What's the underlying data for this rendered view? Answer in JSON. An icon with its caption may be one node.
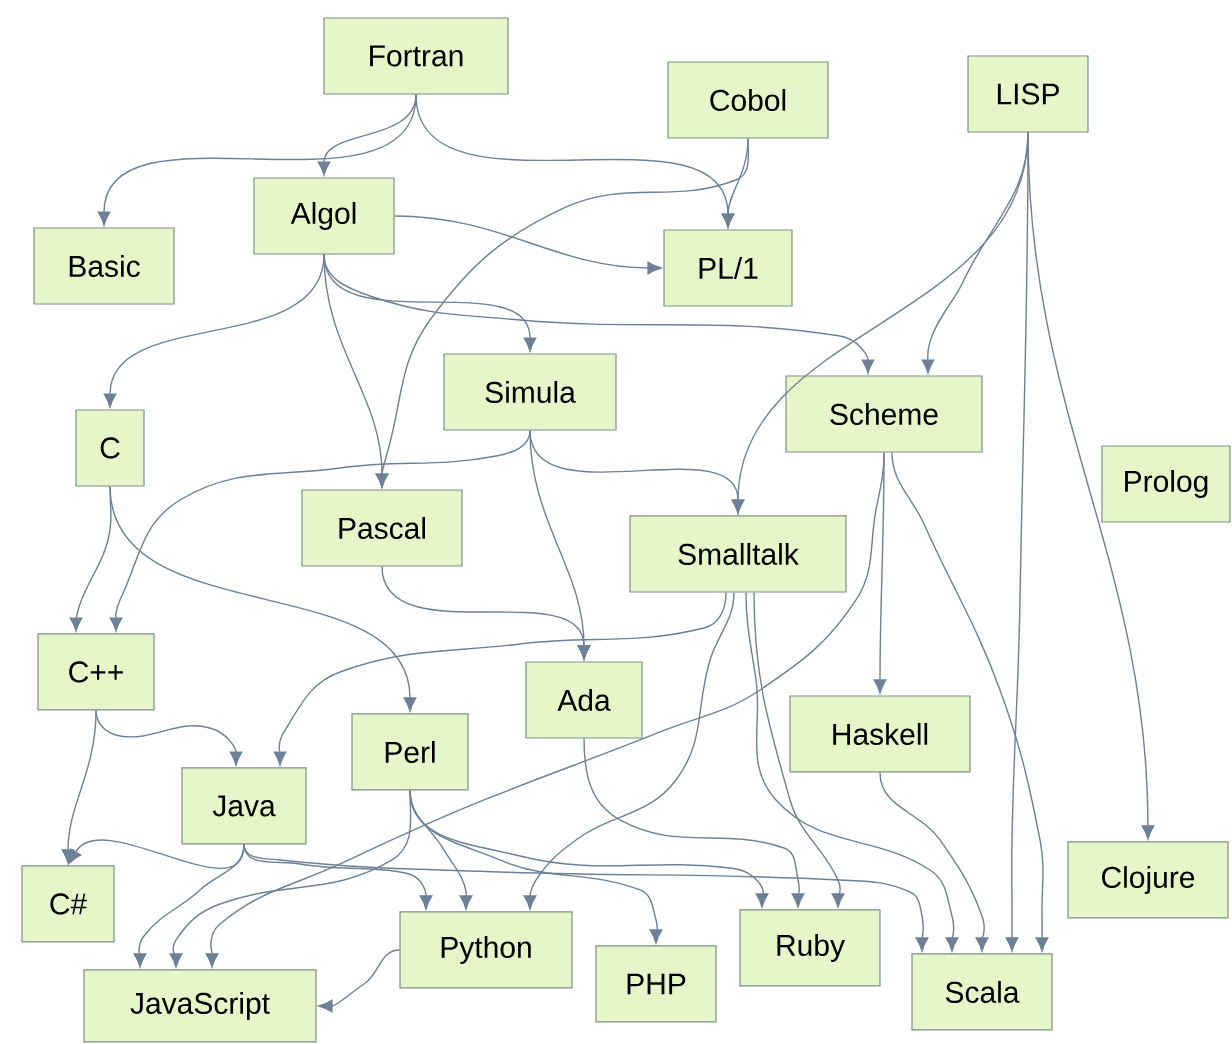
{
  "diagram": {
    "nodes": [
      {
        "text": [
          "Fortran"
        ]
      },
      {
        "text": [
          "Cobol"
        ]
      },
      {
        "text": [
          "LISP"
        ]
      },
      {
        "text": [
          "Basic"
        ]
      },
      {
        "text": [
          "Algol"
        ]
      },
      {
        "text": [
          "PL/1"
        ]
      },
      {
        "text": [
          "Simula"
        ]
      },
      {
        "text": [
          "Scheme"
        ]
      },
      {
        "text": [
          "C"
        ]
      },
      {
        "text": [
          "Pascal"
        ]
      },
      {
        "text": [
          "Smalltalk"
        ]
      },
      {
        "text": [
          "Prolog"
        ]
      },
      {
        "text": [
          "C++"
        ]
      },
      {
        "text": [
          "Ada"
        ]
      },
      {
        "text": [
          "Perl"
        ]
      },
      {
        "text": [
          "Haskell"
        ]
      },
      {
        "text": [
          "Java"
        ]
      },
      {
        "text": [
          "Clojure"
        ]
      },
      {
        "text": [
          "C#"
        ]
      },
      {
        "text": [
          "Python"
        ]
      },
      {
        "text": [
          "PHP"
        ]
      },
      {
        "text": [
          "Ruby"
        ]
      },
      {
        "text": [
          "Scala"
        ]
      },
      {
        "text": [
          "JavaScript"
        ]
      }
    ],
    "edges": [
      {
        "from": 0,
        "to": 3,
        "arrow": "to"
      },
      {
        "from": 0,
        "to": 4,
        "arrow": "to"
      },
      {
        "from": 0,
        "to": 5,
        "arrow": "to"
      },
      {
        "from": 1,
        "to": 5,
        "arrow": "to"
      },
      {
        "from": 1,
        "to": 9,
        "arrow": "to"
      },
      {
        "from": 4,
        "to": 5,
        "arrow": "to"
      },
      {
        "from": 4,
        "to": 8,
        "arrow": "to"
      },
      {
        "from": 4,
        "to": 9,
        "arrow": "to"
      },
      {
        "from": 4,
        "to": 6,
        "arrow": "to"
      },
      {
        "from": 4,
        "to": 7,
        "arrow": "to"
      },
      {
        "from": 2,
        "to": 10,
        "arrow": "to"
      },
      {
        "from": 2,
        "to": 7,
        "arrow": "to"
      },
      {
        "from": 2,
        "to": 22,
        "arrow": "to"
      },
      {
        "from": 2,
        "to": 17,
        "arrow": "to"
      },
      {
        "from": 6,
        "to": 12,
        "arrow": "to"
      },
      {
        "from": 6,
        "to": 10,
        "arrow": "to"
      },
      {
        "from": 6,
        "to": 13,
        "arrow": "to"
      },
      {
        "from": 8,
        "to": 12,
        "arrow": "to"
      },
      {
        "from": 8,
        "to": 14,
        "arrow": "to"
      },
      {
        "from": 9,
        "to": 13,
        "arrow": "to"
      },
      {
        "from": 10,
        "to": 16,
        "arrow": "to"
      },
      {
        "from": 10,
        "to": 19,
        "arrow": "to"
      },
      {
        "from": 10,
        "to": 21,
        "arrow": "to"
      },
      {
        "from": 10,
        "to": 22,
        "arrow": "to"
      },
      {
        "from": 7,
        "to": 15,
        "arrow": "to"
      },
      {
        "from": 7,
        "to": 22,
        "arrow": "to"
      },
      {
        "from": 7,
        "to": 23,
        "arrow": "to"
      },
      {
        "from": 12,
        "to": 16,
        "arrow": "to"
      },
      {
        "from": 12,
        "to": 18,
        "arrow": "to"
      },
      {
        "from": 13,
        "to": 21,
        "arrow": "to"
      },
      {
        "from": 15,
        "to": 22,
        "arrow": "to"
      },
      {
        "from": 16,
        "to": 18,
        "arrow": "to"
      },
      {
        "from": 16,
        "to": 19,
        "arrow": "to"
      },
      {
        "from": 16,
        "to": 22,
        "arrow": "to"
      },
      {
        "from": 16,
        "to": 23,
        "arrow": "to"
      },
      {
        "from": 14,
        "to": 19,
        "arrow": "to"
      },
      {
        "from": 14,
        "to": 20,
        "arrow": "to"
      },
      {
        "from": 14,
        "to": 21,
        "arrow": "to"
      },
      {
        "from": 14,
        "to": 23,
        "arrow": "to"
      },
      {
        "from": 19,
        "to": 23,
        "arrow": "to"
      }
    ]
  }
}
